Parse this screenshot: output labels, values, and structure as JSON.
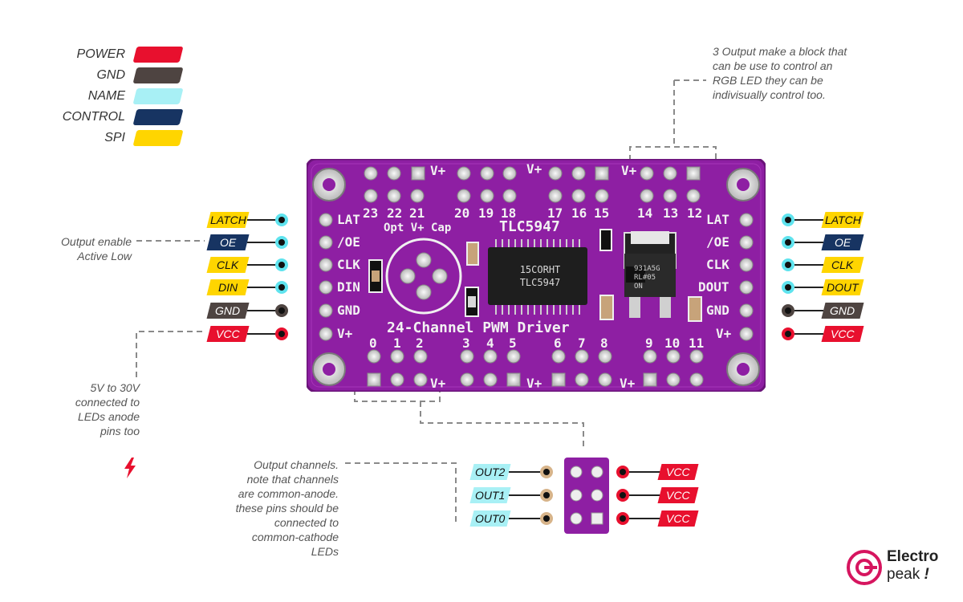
{
  "legend": [
    {
      "label": "POWER",
      "color": "#e8102e"
    },
    {
      "label": "GND",
      "color": "#4e4441"
    },
    {
      "label": "NAME",
      "color": "#a8f0f5"
    },
    {
      "label": "CONTROL",
      "color": "#173462"
    },
    {
      "label": "SPI",
      "color": "#ffd500"
    }
  ],
  "notes": {
    "rgb_block": "3 Output make a block that can be use to control an RGB LED they can be indivisually control too.",
    "output_enable": "Output enable Active Low",
    "vcc_note": "5V to 30V connected to LEDs anode pins too",
    "output_channels": "Output channels. note that channels are common-anode. these pins should be connected to common-cathode LEDs"
  },
  "left_pins": [
    {
      "label": "LATCH",
      "type": "SPI"
    },
    {
      "label": "OE",
      "type": "CONTROL"
    },
    {
      "label": "CLK",
      "type": "SPI"
    },
    {
      "label": "DIN",
      "type": "SPI"
    },
    {
      "label": "GND",
      "type": "GND"
    },
    {
      "label": "VCC",
      "type": "POWER"
    }
  ],
  "right_pins": [
    {
      "label": "LATCH",
      "type": "SPI"
    },
    {
      "label": "OE",
      "type": "CONTROL"
    },
    {
      "label": "CLK",
      "type": "SPI"
    },
    {
      "label": "DOUT",
      "type": "SPI"
    },
    {
      "label": "GND",
      "type": "GND"
    },
    {
      "label": "VCC",
      "type": "POWER"
    }
  ],
  "output_pins": [
    {
      "label": "OUT2",
      "power": "VCC"
    },
    {
      "label": "OUT1",
      "power": "VCC"
    },
    {
      "label": "OUT0",
      "power": "VCC"
    }
  ],
  "board": {
    "left_labels": [
      "LAT",
      "/OE",
      "CLK",
      "DIN",
      "GND",
      "V+"
    ],
    "right_labels": [
      "LAT",
      "/OE",
      "CLK",
      "DOUT",
      "GND",
      "V+"
    ],
    "top_numbers": [
      "23",
      "22",
      "21",
      "20",
      "19",
      "18",
      "17",
      "16",
      "15",
      "14",
      "13",
      "12"
    ],
    "bottom_numbers": [
      "0",
      "1",
      "2",
      "3",
      "4",
      "5",
      "6",
      "7",
      "8",
      "9",
      "10",
      "11"
    ],
    "vplus": "V+",
    "opt_text": "Opt V+ Cap",
    "chip_silk": "TLC5947",
    "chip_line1": "15CORHT",
    "chip_line2": "TLC5947",
    "regulator_line1": "931A5G",
    "regulator_line2": "RL#05",
    "regulator_line3": "ON",
    "title": "24-Channel PWM Driver",
    "board_color": "#8e1fa3"
  },
  "brand": {
    "line1": "Electro",
    "line2": "peak",
    "mark": "!"
  }
}
